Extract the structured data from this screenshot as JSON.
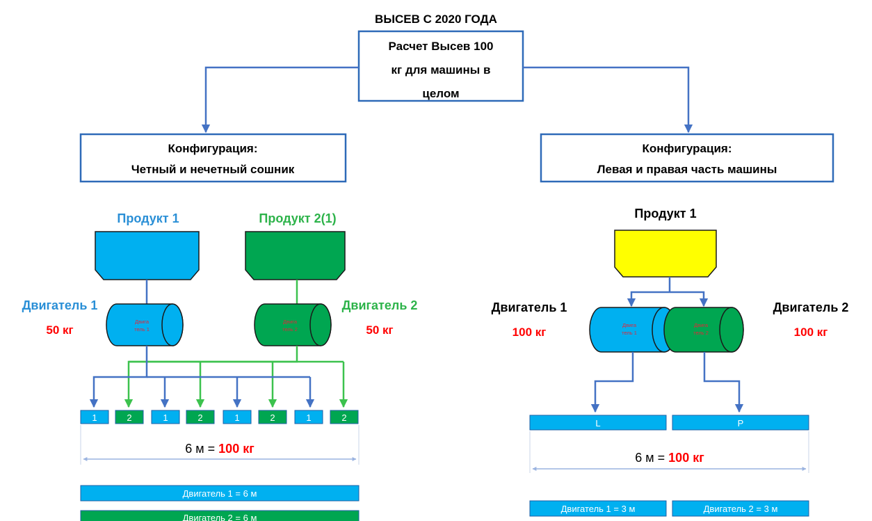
{
  "title": "ВЫСЕВ С 2020 ГОДА",
  "top_box": {
    "lines": [
      "Расчет Высев 100",
      "кг для машины в",
      "целом"
    ]
  },
  "left": {
    "config_lines": [
      "Конфигурация:",
      "Четный и нечетный сошник"
    ],
    "product1": "Продукт 1",
    "product2": "Продукт 2(1)",
    "motor1": {
      "name": "Двигатель 1",
      "rate": "50 кг",
      "cyl_lines": [
        "Двига",
        "тель 1"
      ]
    },
    "motor2": {
      "name": "Двигатель 2",
      "rate": "50 кг",
      "cyl_lines": [
        "Двига",
        "тель 2"
      ]
    },
    "sections": [
      "1",
      "2",
      "1",
      "2",
      "1",
      "2",
      "1",
      "2"
    ],
    "width_prefix": "6 м = ",
    "width_value": "100 кг",
    "bar1": "Двигатель 1 = 6 м",
    "bar2": "Двигатель 2 = 6 м"
  },
  "right": {
    "config_lines": [
      "Конфигурация:",
      "Левая и правая часть машины"
    ],
    "product1": "Продукт 1",
    "motor1": {
      "name": "Двигатель 1",
      "rate": "100 кг",
      "cyl_lines": [
        "Двига",
        "тель 1"
      ]
    },
    "motor2": {
      "name": "Двигатель 2",
      "rate": "100 кг",
      "cyl_lines": [
        "Двига",
        "тель 2"
      ]
    },
    "sections": [
      "L",
      "P"
    ],
    "width_prefix": "6 м = ",
    "width_value": "100 кг",
    "bar1": "Двигатель 1 = 3 м",
    "bar2": "Двигатель 2 = 3 м"
  },
  "colors": {
    "blue": "#00b0f0",
    "green": "#00a651",
    "yellow": "#ffff00",
    "line_blue": "#4472c4",
    "line_green": "#3cc24e",
    "red_text": "#ff0000",
    "blue_text": "#2a8fd6",
    "green_text": "#2db34a",
    "dim_line": "#9ab3e0"
  }
}
